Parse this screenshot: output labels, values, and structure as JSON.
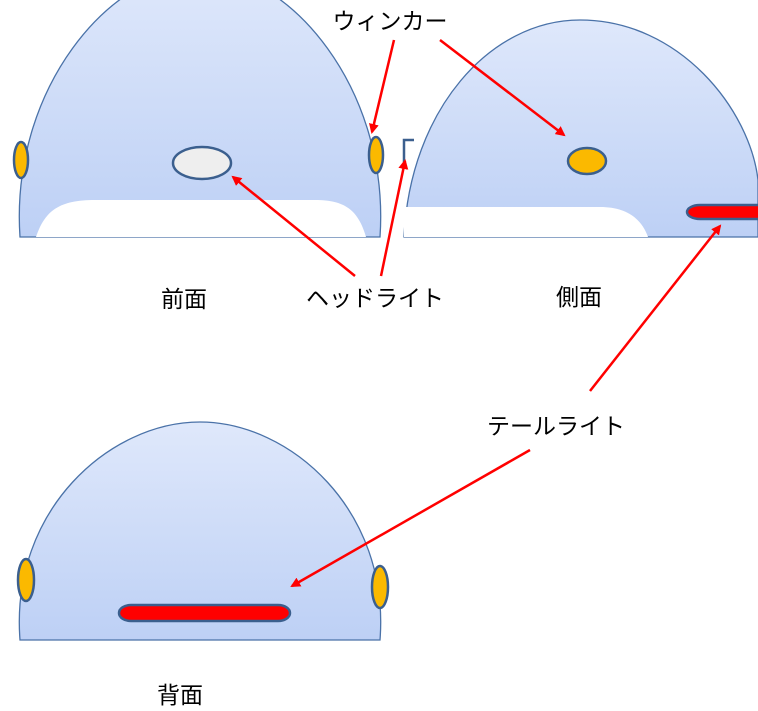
{
  "labels": {
    "winker": "ウィンカー",
    "front": "前面",
    "headlight": "ヘッドライト",
    "side": "側面",
    "taillight": "テールライト",
    "back": "背面"
  },
  "colors": {
    "helmet_top": "#dfe8fb",
    "helmet_bottom": "#bfd1f6",
    "helmet_stroke": "#4a72a8",
    "winker_fill": "#fbb900",
    "headlight_fill": "#eeeeee",
    "taillight_fill": "#ff0000",
    "part_stroke": "#3b5f8e",
    "arrow": "#ff0000"
  }
}
